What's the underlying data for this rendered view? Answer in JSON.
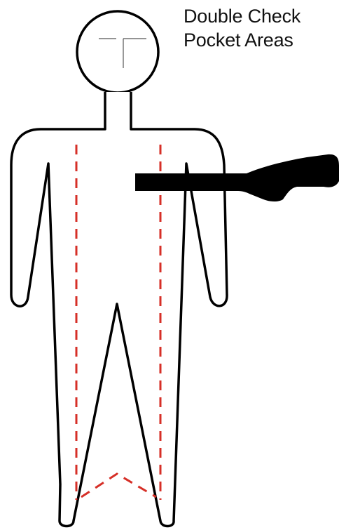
{
  "title": {
    "line1": "Double Check",
    "line2": "Pocket Areas"
  },
  "figure": {
    "subject": "person-outline",
    "highlight": "pocket-guide-lines",
    "pointer": "arrow-marker"
  },
  "colors": {
    "outline": "#000000",
    "guide_lines": "#d62f27",
    "pointer": "#000000",
    "background": "#ffffff"
  }
}
